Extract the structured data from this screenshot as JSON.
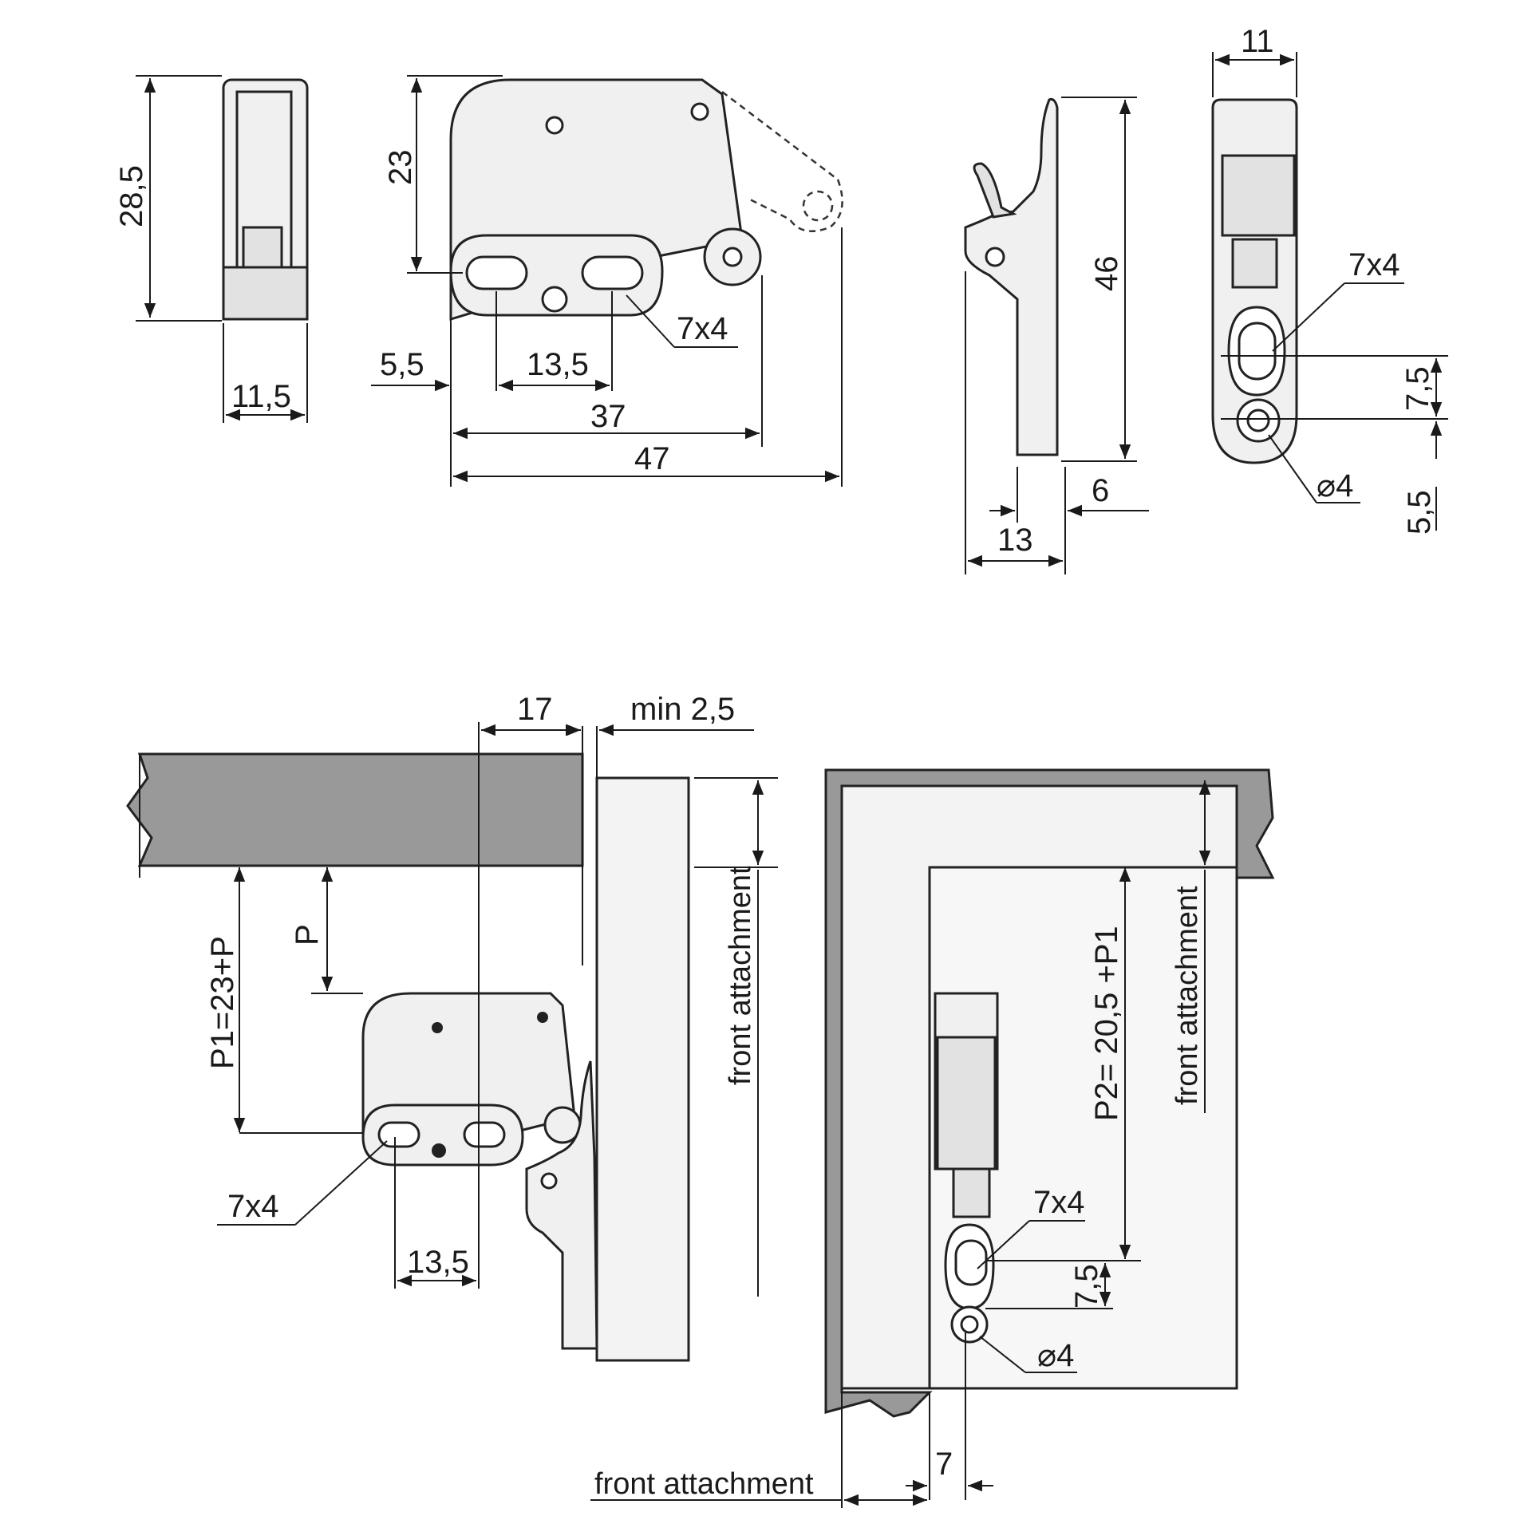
{
  "dimensions": {
    "side_height": "28,5",
    "side_width": "11,5",
    "front_height": "23",
    "front_left": "5,5",
    "front_spacing": "13,5",
    "front_slot": "7x4",
    "front_width_37": "37",
    "front_width_47": "47",
    "catch_height": "46",
    "catch_depth_6": "6",
    "catch_depth_13": "13",
    "top_width": "11",
    "top_slot": "7x4",
    "top_spacing": "7,5",
    "top_edge": "5,5",
    "top_hole": "⌀4"
  },
  "install_left": {
    "gap_17": "17",
    "gap_min": "min 2,5",
    "p_label": "P",
    "p1_label": "P1=23+P",
    "slot_label": "7x4",
    "spacing": "13,5",
    "front_label": "front attachment"
  },
  "install_right": {
    "p2_label": "P2= 20,5 +P1",
    "slot_label": "7x4",
    "spacing": "7,5",
    "hole_label": "⌀4",
    "offset_7": "7",
    "front_label_vertical": "front attachment",
    "front_label_bottom": "front attachment"
  }
}
